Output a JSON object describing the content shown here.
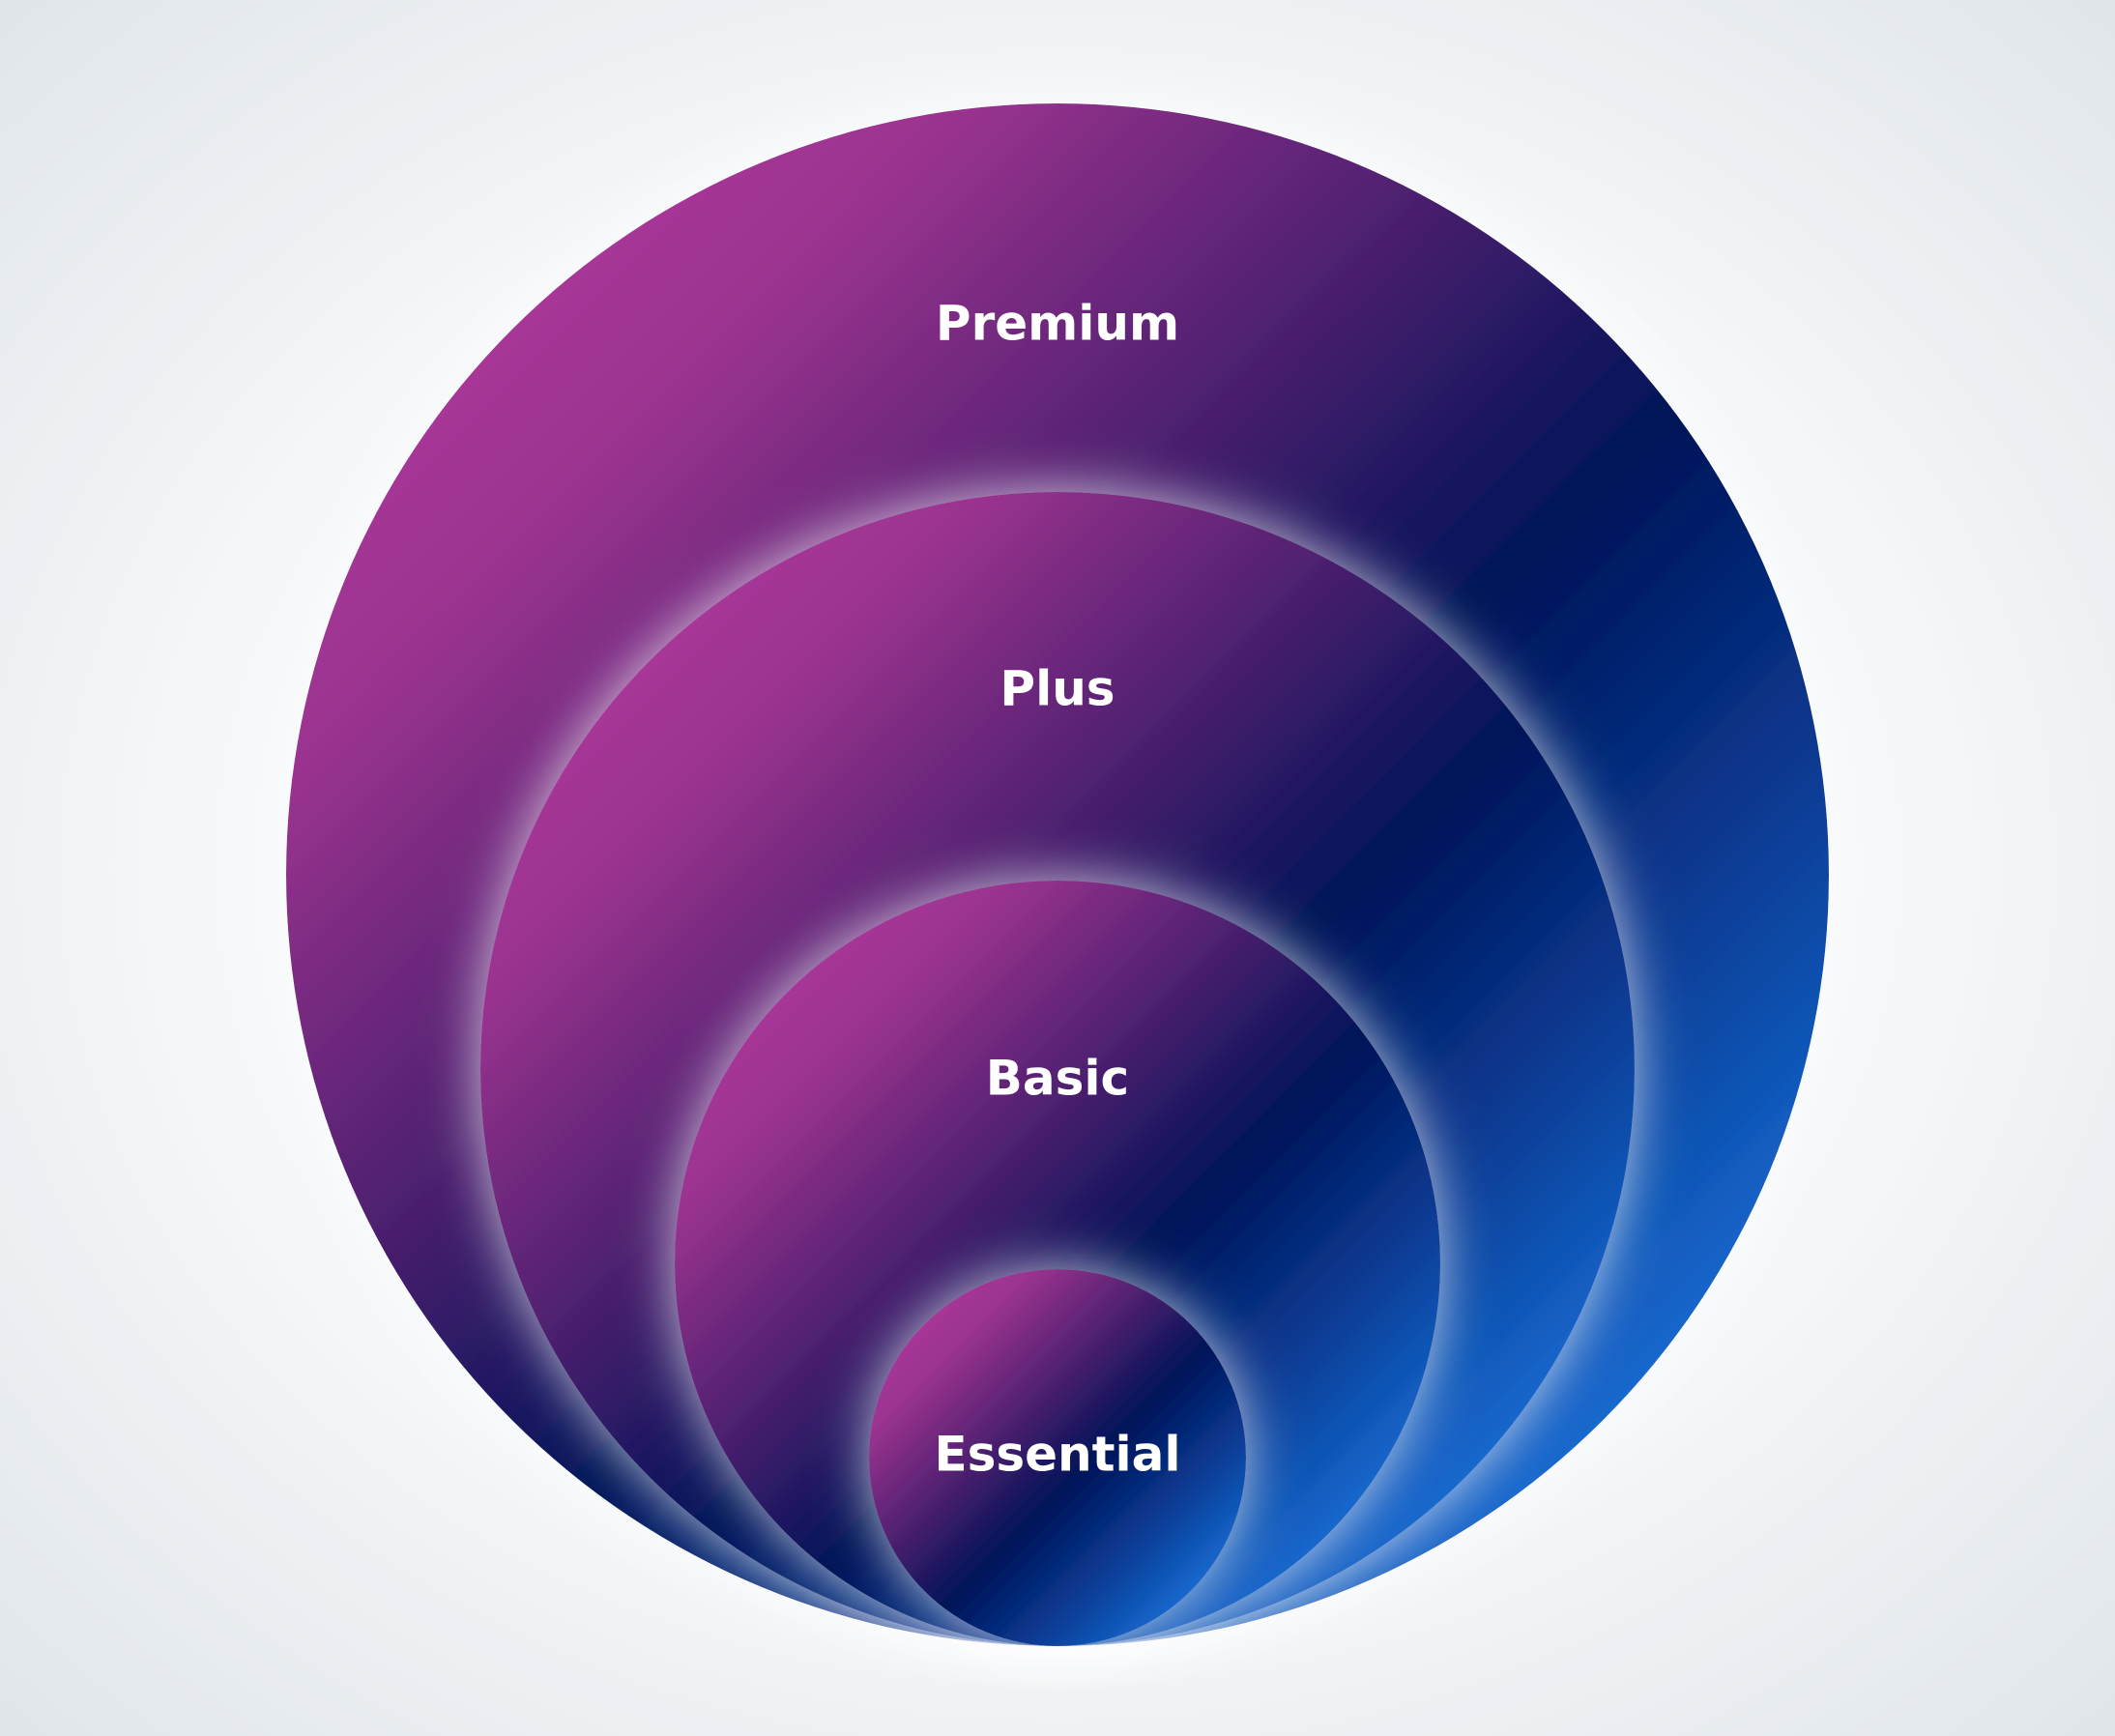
{
  "diagram": {
    "type": "nested-circles",
    "tiers": [
      {
        "label": "Premium"
      },
      {
        "label": "Plus"
      },
      {
        "label": "Basic"
      },
      {
        "label": "Essential"
      }
    ]
  },
  "colors": {
    "background_top": "#f7f9fb",
    "background_bottom": "#dde3e8",
    "gradient_magenta": "#b23aa0",
    "gradient_purple": "#4a1f6e",
    "gradient_navy": "#001358",
    "gradient_blue": "#0a4fb0",
    "gradient_sky": "#1e90ef",
    "label": "#ffffff"
  }
}
